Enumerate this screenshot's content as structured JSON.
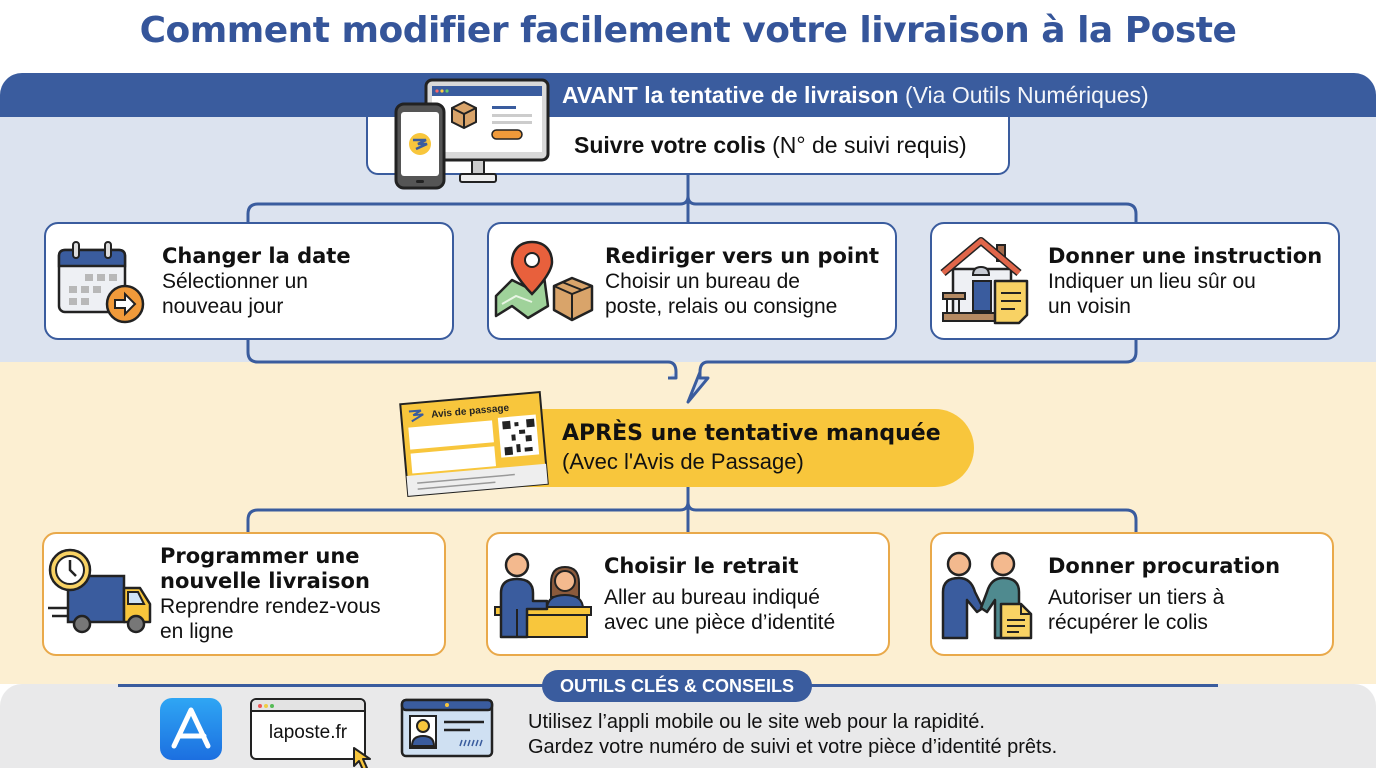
{
  "title": "Comment modifier facilement votre livraison à la Poste",
  "before": {
    "header_bold": "AVANT la tentative de livraison",
    "header_light": "(Via Outils Numériques)",
    "track": {
      "bold": "Suivre votre colis",
      "light": "(N° de suivi requis)"
    },
    "cards": [
      {
        "title": "Changer la date",
        "desc1": "Sélectionner un",
        "desc2": "nouveau jour",
        "icon": "calendar-arrow-icon"
      },
      {
        "title": "Rediriger vers un point",
        "desc1": "Choisir un bureau de",
        "desc2": "poste, relais ou consigne",
        "icon": "map-pin-package-icon"
      },
      {
        "title": "Donner une instruction",
        "desc1": "Indiquer un lieu sûr ou",
        "desc2": "un voisin",
        "icon": "house-note-icon"
      }
    ]
  },
  "after": {
    "header_bold": "APRÈS une tentative manquée",
    "header_light": "(Avec l'Avis de Passage)",
    "avis_label": "Avis de passage",
    "cards": [
      {
        "title1": "Programmer une",
        "title2": "nouvelle livraison",
        "desc1": "Reprendre rendez-vous",
        "desc2": "en ligne",
        "icon": "clock-truck-icon"
      },
      {
        "title1": "Choisir le retrait",
        "desc1": "Aller au bureau indiqué",
        "desc2": "avec une pièce d’identité",
        "icon": "counter-clerk-icon"
      },
      {
        "title1": "Donner procuration",
        "desc1": "Autoriser un tiers à",
        "desc2": "récupérer le colis",
        "icon": "handshake-document-icon"
      }
    ]
  },
  "tools": {
    "badge": "OUTILS CLÉS & CONSEILS",
    "website": "laposte.fr",
    "tip1": "Utilisez l’appli mobile ou le site web pour la rapidité.",
    "tip2": "Gardez votre numéro de suivi et votre pièce d’identité prêts."
  },
  "colors": {
    "brand_blue": "#3a5c9e",
    "title_blue": "#35559a",
    "before_bg": "#dce3ef",
    "after_bg": "#fcefd2",
    "accent_yellow": "#f8c63c",
    "card_orange_border": "#e9a94a",
    "tools_bg": "#e9e9ea"
  }
}
